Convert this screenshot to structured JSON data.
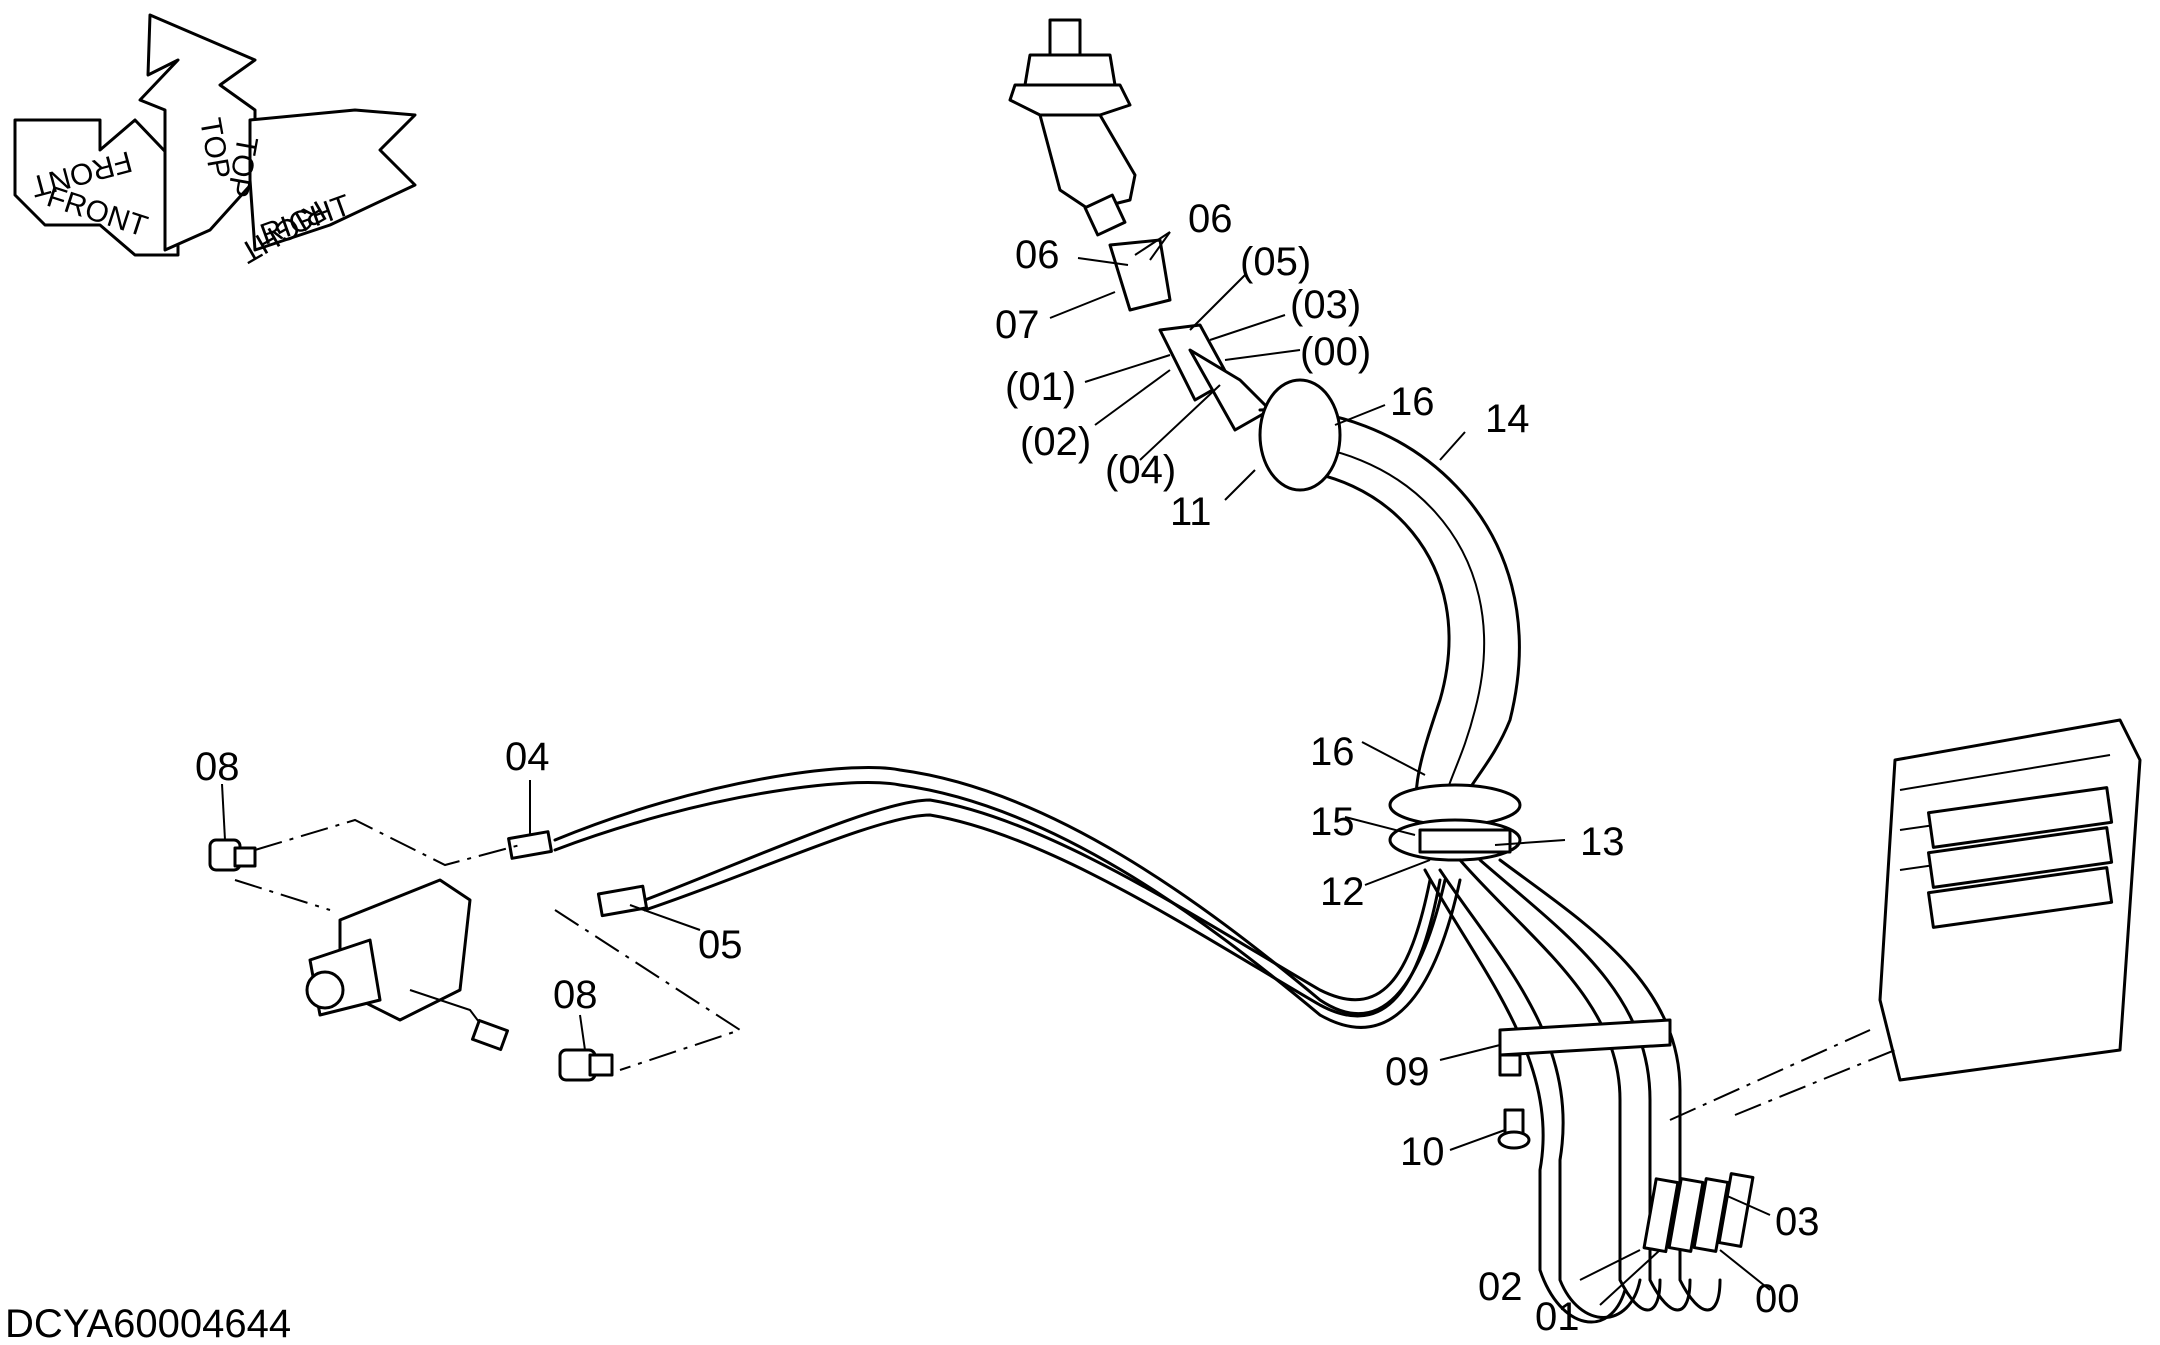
{
  "diagram": {
    "code": "DCYA60004644",
    "orientation": {
      "front": "FRONT",
      "top": "TOP",
      "right": "RIGHT"
    },
    "callouts": [
      {
        "id": "c06a",
        "text": "06"
      },
      {
        "id": "c06b",
        "text": "06"
      },
      {
        "id": "c07",
        "text": "07"
      },
      {
        "id": "c05p",
        "text": "(05)"
      },
      {
        "id": "c03p",
        "text": "(03)"
      },
      {
        "id": "c00p",
        "text": "(00)"
      },
      {
        "id": "c01p",
        "text": "(01)"
      },
      {
        "id": "c02p",
        "text": "(02)"
      },
      {
        "id": "c04p",
        "text": "(04)"
      },
      {
        "id": "c16a",
        "text": "16"
      },
      {
        "id": "c14",
        "text": "14"
      },
      {
        "id": "c11",
        "text": "11"
      },
      {
        "id": "c16b",
        "text": "16"
      },
      {
        "id": "c15",
        "text": "15"
      },
      {
        "id": "c13",
        "text": "13"
      },
      {
        "id": "c12",
        "text": "12"
      },
      {
        "id": "c08a",
        "text": "08"
      },
      {
        "id": "c04",
        "text": "04"
      },
      {
        "id": "c05",
        "text": "05"
      },
      {
        "id": "c08b",
        "text": "08"
      },
      {
        "id": "c09",
        "text": "09"
      },
      {
        "id": "c10",
        "text": "10"
      },
      {
        "id": "c03",
        "text": "03"
      },
      {
        "id": "c02",
        "text": "02"
      },
      {
        "id": "c01",
        "text": "01"
      },
      {
        "id": "c00",
        "text": "00"
      }
    ]
  }
}
